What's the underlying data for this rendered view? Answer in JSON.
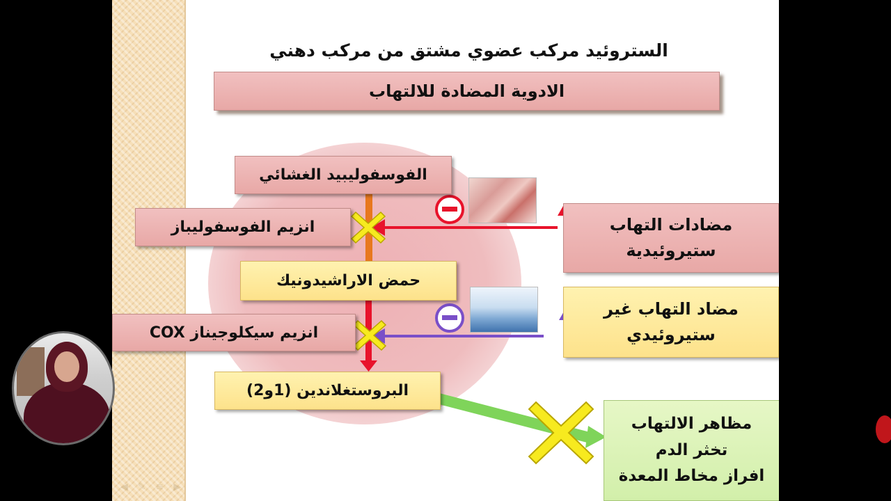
{
  "slide": {
    "title": "الستروئيد مركب عضوي مشتق من مركب دهني",
    "header": "الادوية المضادة للالتهاب",
    "boxes": {
      "phospholipid": "الفوسفوليبيد الغشائي",
      "phospholipase": "انزيم الفوسفوليباز",
      "arachidonic": "حمض الاراشيدونيك",
      "cox": "انزيم سيكلوجيناز COX",
      "prostaglandin": "البروستغلاندين (1و2)"
    },
    "steroid_box": {
      "line1": "مضادات التهاب",
      "line2": "ستيروئيدية"
    },
    "nsaid_box": {
      "line1": "مضاد التهاب غير",
      "line2": "ستيروئيدي"
    },
    "effects_box": {
      "line1": "مظاهر الالتهاب",
      "line2": "تخثر الدم",
      "line3": "افراز مخاط المعدة"
    },
    "colors": {
      "pink_box": "#e8a8a6",
      "yellow_box": "#fde28b",
      "green_box": "#d2efaa",
      "red_arrow": "#e8132b",
      "orange_arrow": "#e8781e",
      "purple_arrow": "#7a4fc8",
      "green_arrow": "#7fd45a",
      "cross_yellow": "#f7ea1f"
    },
    "icons": [
      "inhibit-minus-icon",
      "block-cross-icon",
      "pointer-arrow-icon"
    ]
  }
}
